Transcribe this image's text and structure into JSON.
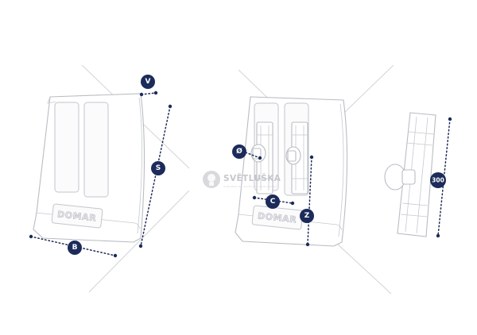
{
  "brand": {
    "text": "DOMAR"
  },
  "watermark": {
    "main": "SVĚTLUŠKA",
    "sub": "ODBORNÍK NA OSVĚTLENÍ DOMÁCNOSTÍ",
    "lettering_note": "watermark logo"
  },
  "dimensions": {
    "v": "V",
    "s": "S",
    "b": "B",
    "diameter": "Ø",
    "c": "C",
    "z": "Z",
    "length": "300"
  },
  "colors": {
    "accent": "#1c2b5a",
    "outline": "#b9bcc2",
    "guide": "#d2d4d8"
  },
  "icons": {
    "watermark": "bulb-logo-icon"
  }
}
